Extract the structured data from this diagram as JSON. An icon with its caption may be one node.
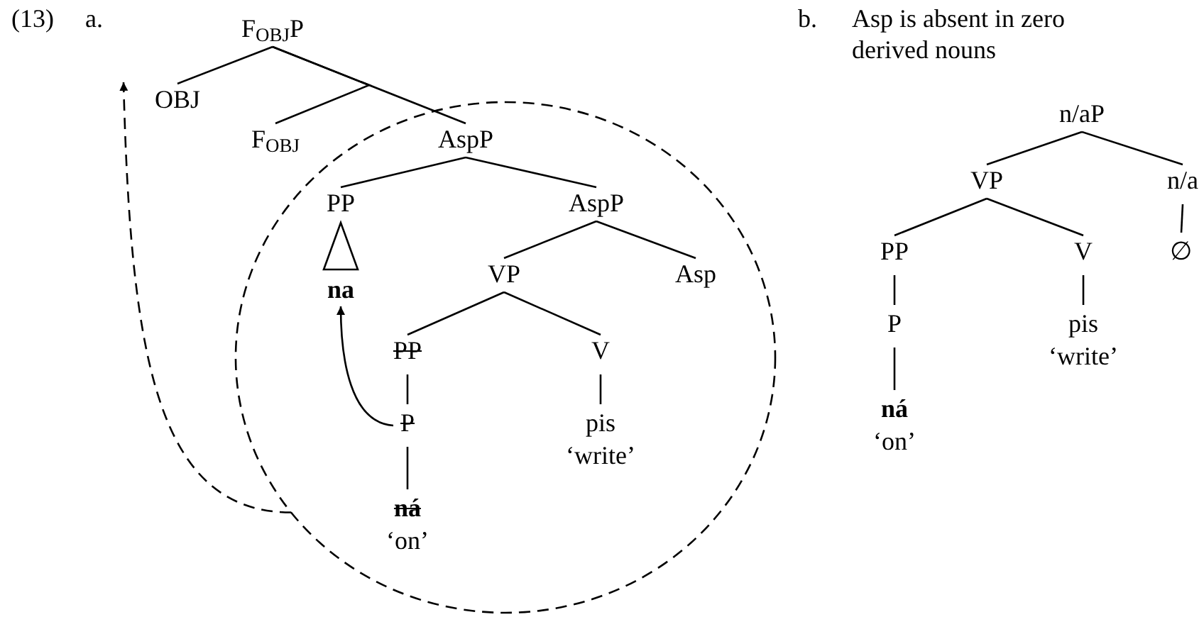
{
  "diagram": {
    "nodes": [
      {
        "text": [
          "F$_{OBJ}$P"
        ]
      },
      {
        "text": [
          "OBJ"
        ]
      },
      {
        "text": [
          "F$_{OBJ}$"
        ]
      },
      {
        "text": [],
        "shape": "circle"
      },
      {
        "text": [
          "AspP"
        ],
        "in": 3
      },
      {
        "text": [
          "PP"
        ],
        "in": 3
      },
      {
        "text": [
          "na"
        ],
        "in": 3
      },
      {
        "text": [
          "AspP"
        ],
        "in": 3
      },
      {
        "text": [
          "VP"
        ],
        "in": 3
      },
      {
        "text": [
          "Asp"
        ],
        "in": 3
      },
      {
        "text": [
          "PP"
        ],
        "in": 3
      },
      {
        "text": [
          "V"
        ],
        "in": 3
      },
      {
        "text": [
          "P"
        ],
        "in": 3
      },
      {
        "text": [
          "pis"
        ],
        "beside": [
          "‘write’"
        ],
        "in": 3
      },
      {
        "text": [
          "ná"
        ],
        "beside": [
          "‘on’"
        ],
        "in": 3
      },
      {
        "text": [
          "n/aP"
        ]
      },
      {
        "text": [
          "VP"
        ]
      },
      {
        "text": [
          "n/a"
        ]
      },
      {
        "text": [
          "PP"
        ]
      },
      {
        "text": [
          "V"
        ]
      },
      {
        "text": [
          "∅"
        ]
      },
      {
        "text": [
          "P"
        ]
      },
      {
        "text": [
          "pis"
        ],
        "beside": [
          "‘write’"
        ]
      },
      {
        "text": [
          "ná"
        ],
        "beside": [
          "‘on’"
        ]
      }
    ],
    "edges": [
      {
        "from": 0,
        "to": 1,
        "arrow": "none"
      },
      {
        "from": 0,
        "to": 4,
        "arrow": "none"
      },
      {
        "from": 0,
        "to": 2,
        "arrow": "none"
      },
      {
        "from": 4,
        "to": 5,
        "arrow": "none"
      },
      {
        "from": 5,
        "to": 6,
        "arrow": "none"
      },
      {
        "from": 4,
        "to": 7,
        "arrow": "none"
      },
      {
        "from": 7,
        "to": 8,
        "arrow": "none"
      },
      {
        "from": 7,
        "to": 9,
        "arrow": "none"
      },
      {
        "from": 8,
        "to": 10,
        "arrow": "none"
      },
      {
        "from": 8,
        "to": 11,
        "arrow": "none"
      },
      {
        "from": 10,
        "to": 12,
        "arrow": "none"
      },
      {
        "from": 12,
        "to": 14,
        "arrow": "none"
      },
      {
        "from": 11,
        "to": 13,
        "arrow": "none"
      },
      {
        "from": 12,
        "to": 6,
        "arrow": "to"
      },
      {
        "from": 3,
        "to": 1,
        "arrow": "to",
        "style": "dashed"
      },
      {
        "from": 15,
        "to": 16,
        "arrow": "none"
      },
      {
        "from": 15,
        "to": 17,
        "arrow": "none"
      },
      {
        "from": 16,
        "to": 18,
        "arrow": "none"
      },
      {
        "from": 16,
        "to": 19,
        "arrow": "none"
      },
      {
        "from": 17,
        "to": 20,
        "arrow": "none"
      },
      {
        "from": 18,
        "to": 21,
        "arrow": "none"
      },
      {
        "from": 21,
        "to": 23,
        "arrow": "none"
      },
      {
        "from": 19,
        "to": 22,
        "arrow": "none"
      }
    ],
    "labels": [
      "(13)",
      "a.",
      "b.",
      "Asp is absent in zero derived nouns"
    ]
  }
}
